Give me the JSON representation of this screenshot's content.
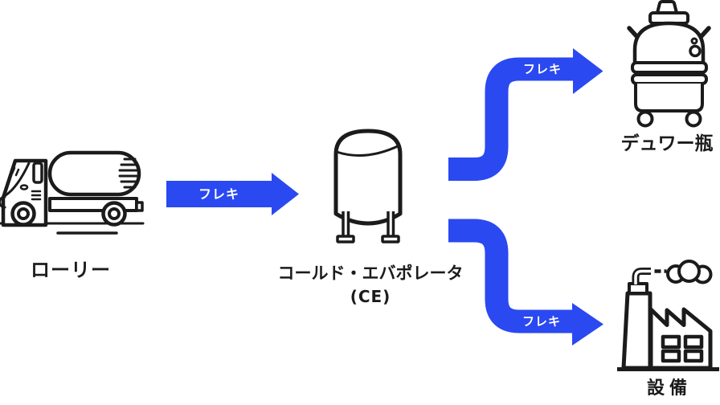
{
  "palette": {
    "arrow_blue": "#2a49f1",
    "icon_ink": "#1b1b1b",
    "background": "#ffffff",
    "arrow_label_text": "#ffffff"
  },
  "diagram": {
    "nodes": {
      "truck": {
        "label": "ローリー",
        "icon": "tanker-truck-icon"
      },
      "ce": {
        "label": "コールド・エバポレータ",
        "sublabel": "(CE)",
        "icon": "cold-evaporator-tank-icon"
      },
      "dewar": {
        "label": "デュワー瓶",
        "icon": "dewar-flask-icon"
      },
      "facility": {
        "label": "設備",
        "icon": "factory-icon"
      }
    },
    "arrows": {
      "truck_to_ce": {
        "label": "フレキ",
        "from": "truck",
        "to": "ce"
      },
      "ce_to_dewar": {
        "label": "フレキ",
        "from": "ce",
        "to": "dewar"
      },
      "ce_to_facility": {
        "label": "フレキ",
        "from": "ce",
        "to": "facility"
      }
    }
  }
}
